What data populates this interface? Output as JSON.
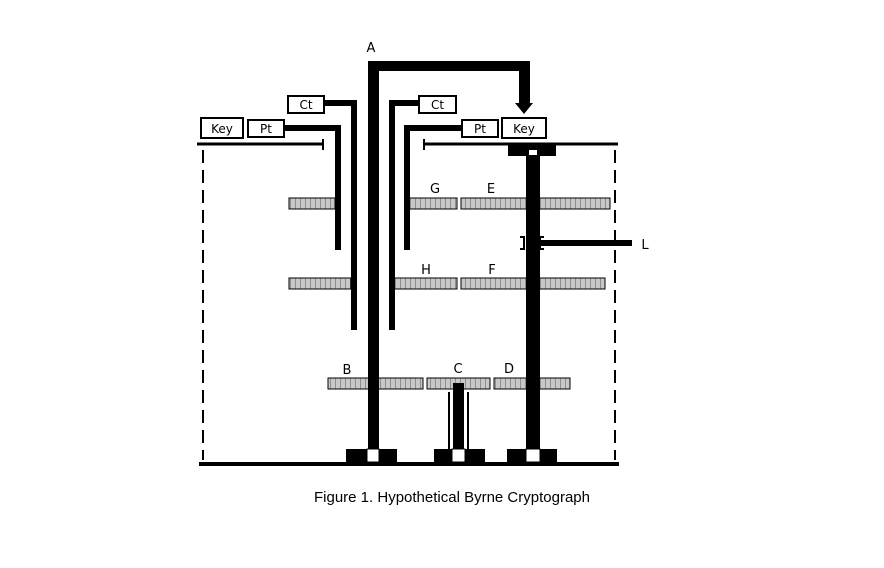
{
  "labels": {
    "A": "A",
    "B": "B",
    "C": "C",
    "D": "D",
    "E": "E",
    "F": "F",
    "G": "G",
    "H": "H",
    "L": "L"
  },
  "boxes": {
    "ct_left": "Ct",
    "key_left": "Key",
    "pt_left": "Pt",
    "ct_right": "Ct",
    "pt_right": "Pt",
    "key_right": "Key"
  },
  "caption": "Figure 1. Hypothetical Byrne Cryptograph",
  "colors": {
    "ink": "#000000",
    "gear_fill": "#c8c8c8",
    "background": "#ffffff"
  }
}
